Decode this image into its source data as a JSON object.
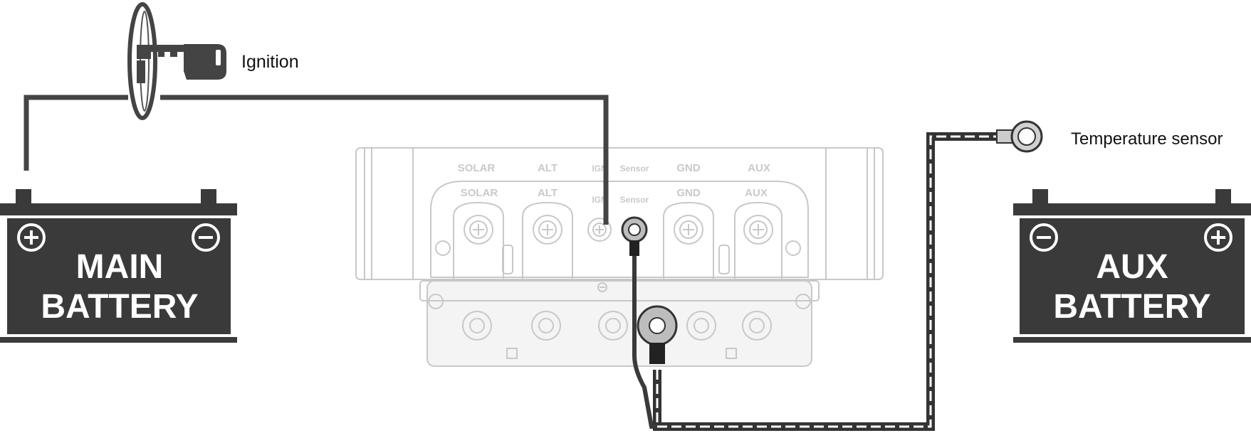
{
  "labels": {
    "ignition": "Ignition",
    "temperature_sensor": "Temperature sensor"
  },
  "main_battery": {
    "line1": "MAIN",
    "line2": "BATTERY",
    "left_terminal": "+",
    "right_terminal": "−"
  },
  "aux_battery": {
    "line1": "AUX",
    "line2": "BATTERY",
    "left_terminal": "−",
    "right_terminal": "+"
  },
  "terminals_top": [
    "SOLAR",
    "ALT",
    "IGN",
    "Sensor",
    "GND",
    "AUX"
  ],
  "terminals_bottom": [
    "SOLAR",
    "ALT",
    "IGN",
    "Sensor",
    "GND",
    "AUX"
  ],
  "colors": {
    "wire": "#444444",
    "battery_body": "#3a3a3a",
    "device_outline": "#c8c8c8",
    "sensor_cable_stripe": "#ffffff"
  }
}
